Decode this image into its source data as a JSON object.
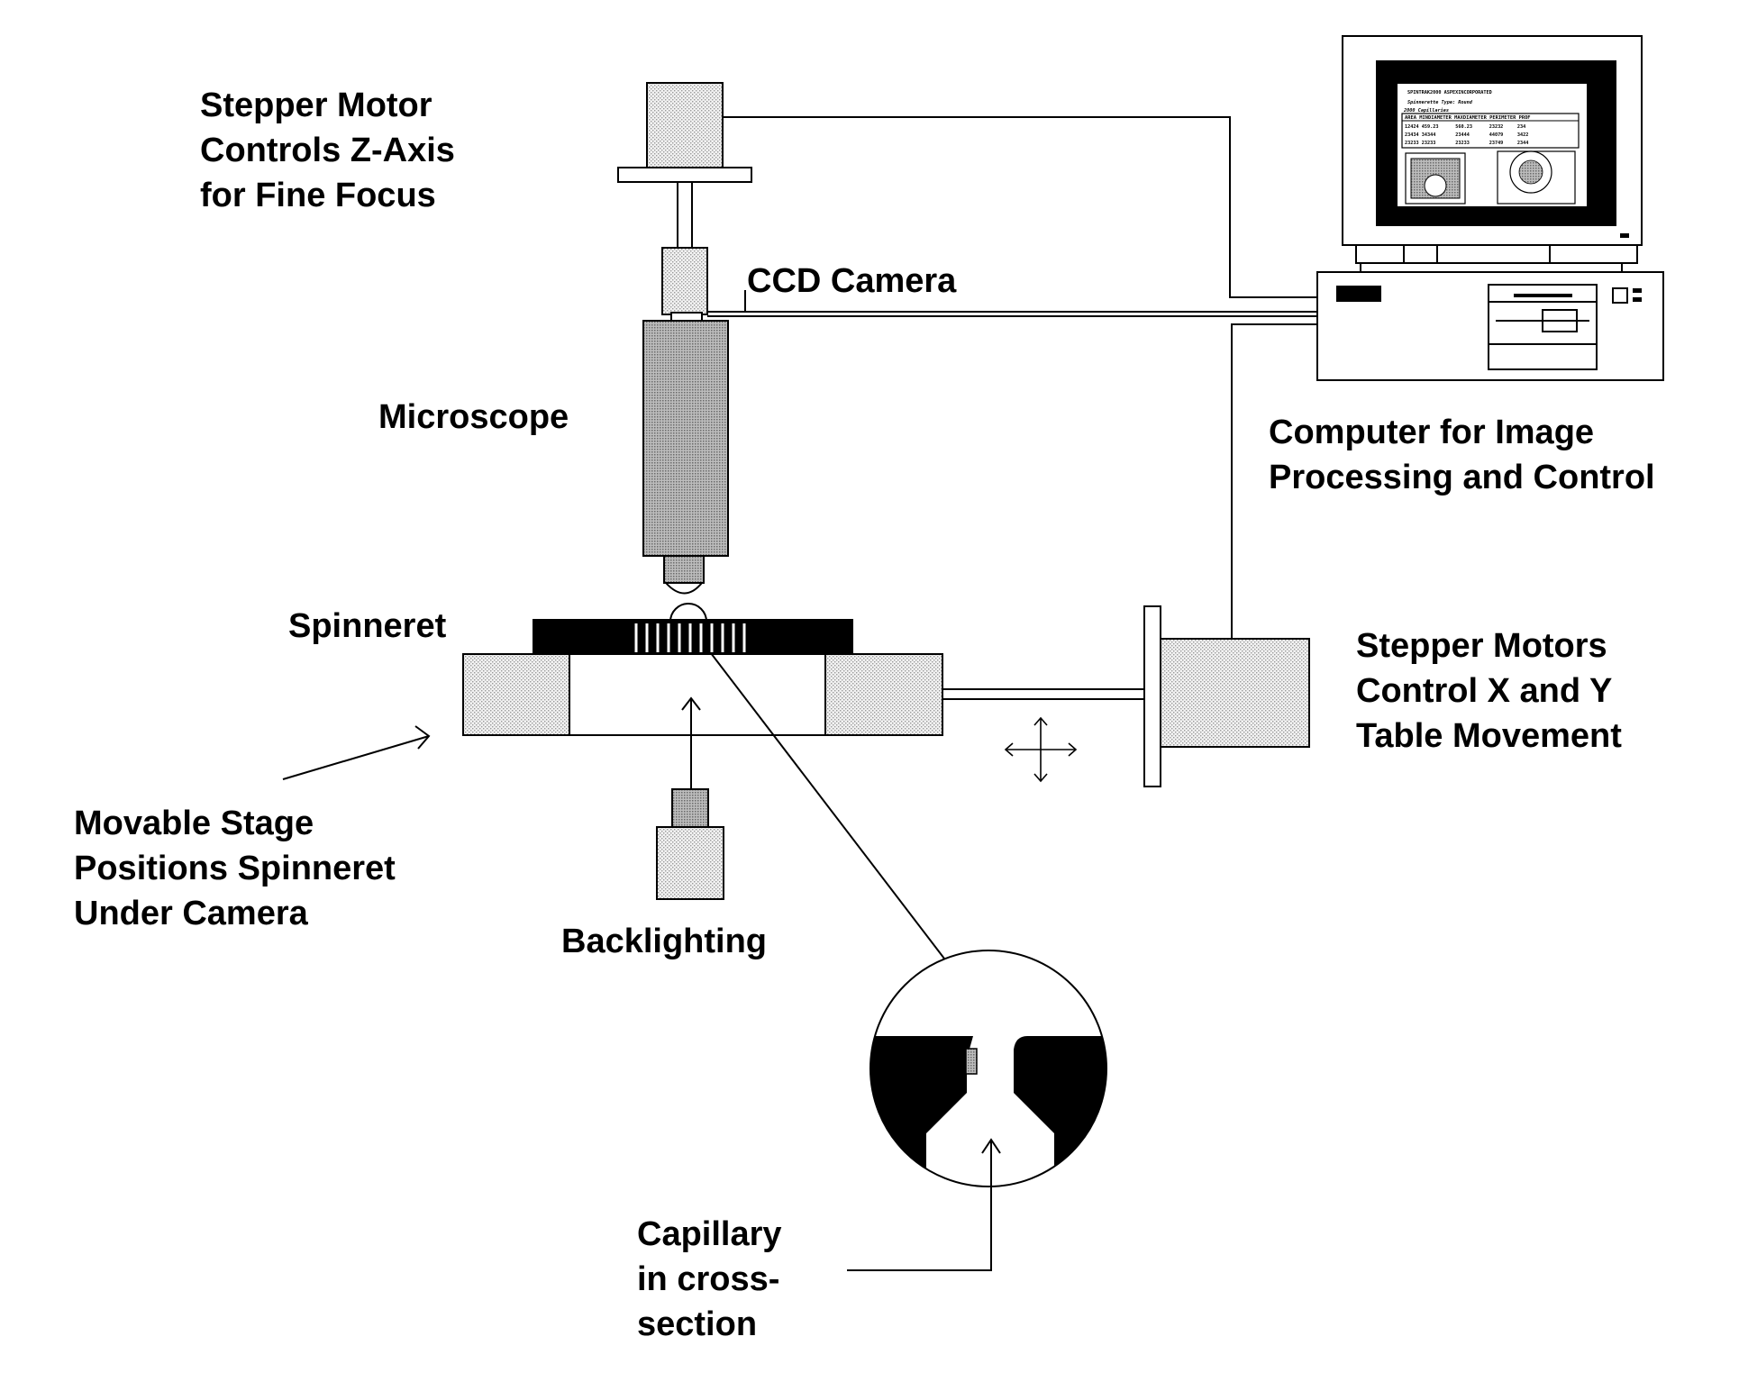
{
  "labels": {
    "stepper_z": [
      "Stepper Motor",
      "Controls Z-Axis",
      "for Fine Focus"
    ],
    "ccd_camera": "CCD Camera",
    "microscope": "Microscope",
    "spinneret": "Spinneret",
    "computer": [
      "Computer for Image",
      "Processing and Control"
    ],
    "stepper_xy": [
      "Stepper Motors",
      "Control X and Y",
      "Table Movement"
    ],
    "movable_stage": [
      "Movable Stage",
      "Positions Spinneret",
      "Under Camera"
    ],
    "backlighting": "Backlighting",
    "capillary": [
      "Capillary",
      "in cross-",
      "section"
    ]
  },
  "monitor_screen": {
    "title": "SPINTRAK2000 ASPEXINCORPORATED",
    "type_line": "Spinnerette Type: Round",
    "count_line": "2000 Capillaries",
    "table_header": "AREA MINDIAMETER MAXDIAMETER PERIMETER PROF",
    "rows": [
      "12424 459.23      560.23      23232     234",
      "23434 34344       23444       44079     3422",
      "23233 23233       23233       23749     2344"
    ]
  },
  "colors": {
    "ink": "#000000",
    "stipple": "#e2e2e2",
    "background": "#ffffff"
  }
}
